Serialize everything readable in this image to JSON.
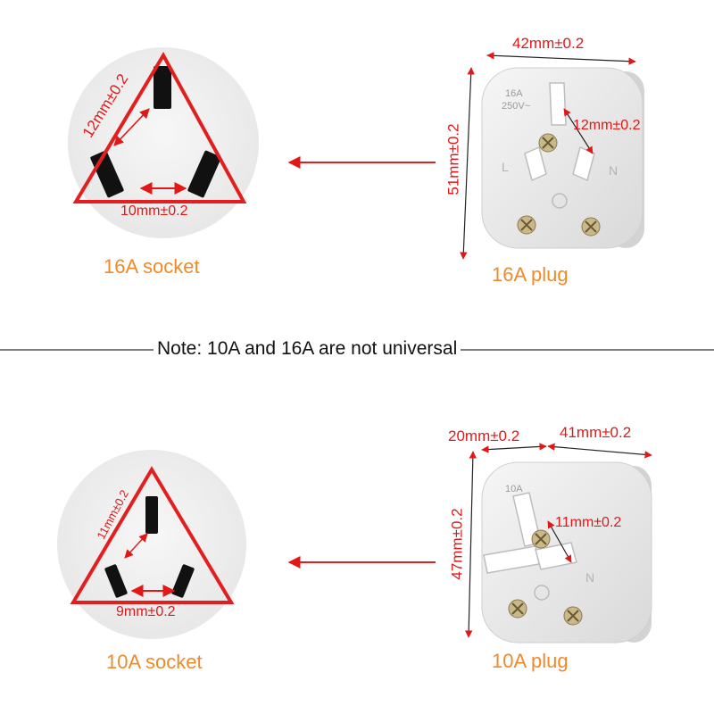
{
  "note": "Note: 10A and 16A are not universal",
  "colors": {
    "dimension": "#e01818",
    "caption": "#ef8a2b",
    "triangle": "#e31e1e",
    "arrow": "#e02020",
    "socket_face": "#f2f2f2",
    "plug_body": "#ececec",
    "pin": "#111111",
    "divider": "#333333"
  },
  "top": {
    "socket": {
      "caption": "16A socket",
      "pin_spacing": "12mm±0.2",
      "bottom_spacing": "10mm±0.2"
    },
    "plug": {
      "caption": "16A plug",
      "width": "42mm±0.2",
      "height": "51mm±0.2",
      "pin_spacing": "12mm±0.2",
      "rating_label_1": "16A",
      "rating_label_2": "250V~",
      "terminal_left": "L",
      "terminal_right": "N"
    }
  },
  "bottom": {
    "socket": {
      "caption": "10A socket",
      "pin_spacing": "11mm±0.2",
      "bottom_spacing": "9mm±0.2"
    },
    "plug": {
      "caption": "10A plug",
      "offset": "20mm±0.2",
      "width": "41mm±0.2",
      "height": "47mm±0.2",
      "pin_spacing": "11mm±0.2",
      "rating_label_1": "10A",
      "terminal_right": "N"
    }
  }
}
